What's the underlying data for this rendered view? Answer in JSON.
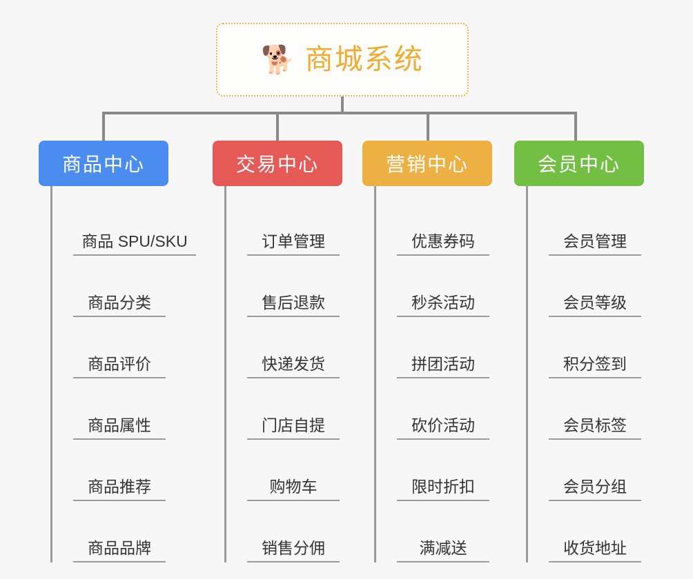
{
  "background_color": "#f7f7f7",
  "root": {
    "icon": "shiba-dog-emoji",
    "icon_glyph": "🐕",
    "title": "商城系统",
    "text_color": "#efac33",
    "border_color": "#f0b840",
    "border_style": "dotted"
  },
  "connector_color": "#8a8a8a",
  "categories": [
    {
      "label": "商品中心",
      "color": "#4a8cf0",
      "items": [
        "商品 SPU/SKU",
        "商品分类",
        "商品评价",
        "商品属性",
        "商品推荐",
        "商品品牌"
      ]
    },
    {
      "label": "交易中心",
      "color": "#e55a56",
      "items": [
        "订单管理",
        "售后退款",
        "快递发货",
        "门店自提",
        "购物车",
        "销售分佣"
      ]
    },
    {
      "label": "营销中心",
      "color": "#edb143",
      "items": [
        "优惠券码",
        "秒杀活动",
        "拼团活动",
        "砍价活动",
        "限时折扣",
        "满减送"
      ]
    },
    {
      "label": "会员中心",
      "color": "#72bf44",
      "items": [
        "会员管理",
        "会员等级",
        "积分签到",
        "会员标签",
        "会员分组",
        "收货地址"
      ]
    }
  ]
}
